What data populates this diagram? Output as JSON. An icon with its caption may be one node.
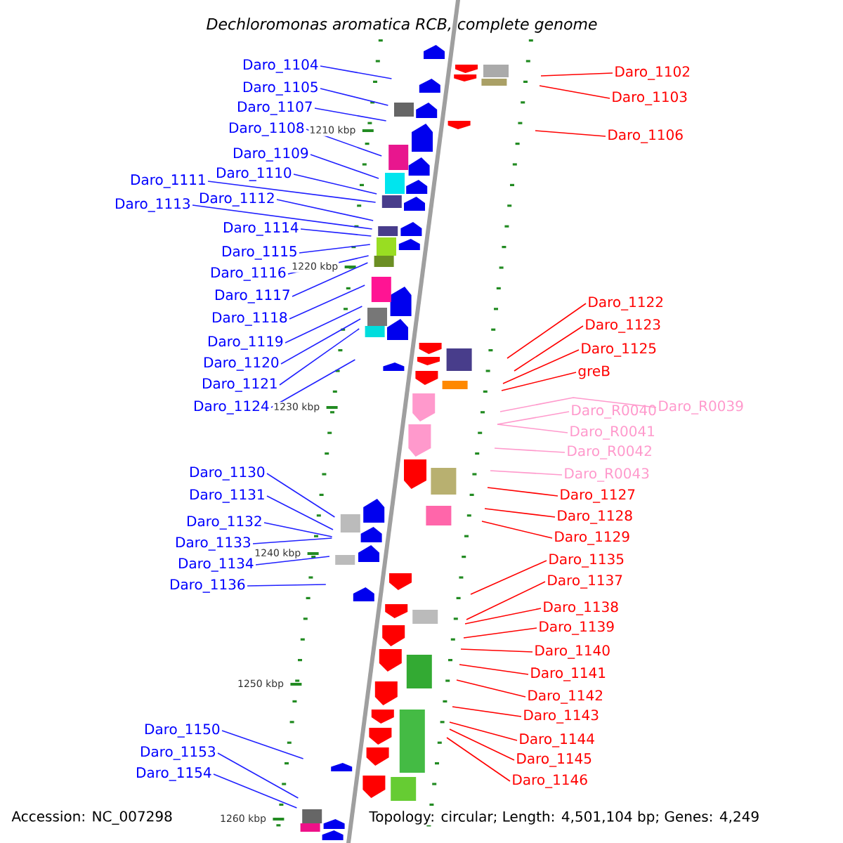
{
  "diagram": {
    "title": "Dechloromonas aromatica RCB, complete genome",
    "nodes": [
      {
        "text": [
          "Daro_1104"
        ]
      },
      {
        "text": [
          "Daro_1105"
        ]
      },
      {
        "text": [
          "Daro_1107"
        ]
      },
      {
        "text": [
          "Daro_1108"
        ]
      },
      {
        "text": [
          "Daro_1109"
        ]
      },
      {
        "text": [
          "Daro_1110"
        ]
      },
      {
        "text": [
          "Daro_1111"
        ]
      },
      {
        "text": [
          "Daro_1112"
        ]
      },
      {
        "text": [
          "Daro_1113"
        ]
      },
      {
        "text": [
          "Daro_1114"
        ]
      },
      {
        "text": [
          "Daro_1115"
        ]
      },
      {
        "text": [
          "Daro_1116"
        ]
      },
      {
        "text": [
          "Daro_1117"
        ]
      },
      {
        "text": [
          "Daro_1118"
        ]
      },
      {
        "text": [
          "Daro_1119"
        ]
      },
      {
        "text": [
          "Daro_1120"
        ]
      },
      {
        "text": [
          "Daro_1121"
        ]
      },
      {
        "text": [
          "Daro_1124"
        ]
      },
      {
        "text": [
          "Daro_1130"
        ]
      },
      {
        "text": [
          "Daro_1131"
        ]
      },
      {
        "text": [
          "Daro_1132"
        ]
      },
      {
        "text": [
          "Daro_1133"
        ]
      },
      {
        "text": [
          "Daro_1134"
        ]
      },
      {
        "text": [
          "Daro_1136"
        ]
      },
      {
        "text": [
          "Daro_1150"
        ]
      },
      {
        "text": [
          "Daro_1153"
        ]
      },
      {
        "text": [
          "Daro_1154"
        ]
      },
      {
        "text": [
          "Daro_1102"
        ]
      },
      {
        "text": [
          "Daro_1103"
        ]
      },
      {
        "text": [
          "Daro_1106"
        ]
      },
      {
        "text": [
          "Daro_1122"
        ]
      },
      {
        "text": [
          "Daro_1123"
        ]
      },
      {
        "text": [
          "Daro_1125"
        ]
      },
      {
        "text": [
          "greB"
        ]
      },
      {
        "text": [
          "Daro_R0039"
        ]
      },
      {
        "text": [
          "Daro_R0040"
        ]
      },
      {
        "text": [
          "Daro_R0041"
        ]
      },
      {
        "text": [
          "Daro_R0042"
        ]
      },
      {
        "text": [
          "Daro_R0043"
        ]
      },
      {
        "text": [
          "Daro_1127"
        ]
      },
      {
        "text": [
          "Daro_1128"
        ]
      },
      {
        "text": [
          "Daro_1129"
        ]
      },
      {
        "text": [
          "Daro_1135"
        ]
      },
      {
        "text": [
          "Daro_1137"
        ]
      },
      {
        "text": [
          "Daro_1138"
        ]
      },
      {
        "text": [
          "Daro_1139"
        ]
      },
      {
        "text": [
          "Daro_1140"
        ]
      },
      {
        "text": [
          "Daro_1141"
        ]
      },
      {
        "text": [
          "Daro_1142"
        ]
      },
      {
        "text": [
          "Daro_1143"
        ]
      },
      {
        "text": [
          "Daro_1144"
        ]
      },
      {
        "text": [
          "Daro_1145"
        ]
      },
      {
        "text": [
          "Daro_1146"
        ]
      }
    ],
    "edges": [
      {
        "from": 0,
        "to": null,
        "arrow": "none"
      },
      {
        "from": 1,
        "to": null,
        "arrow": "none"
      },
      {
        "from": 2,
        "to": null,
        "arrow": "none"
      },
      {
        "from": 3,
        "to": null,
        "arrow": "none"
      },
      {
        "from": 4,
        "to": null,
        "arrow": "none"
      },
      {
        "from": 5,
        "to": null,
        "arrow": "none"
      },
      {
        "from": 6,
        "to": null,
        "arrow": "none"
      },
      {
        "from": 7,
        "to": null,
        "arrow": "none"
      },
      {
        "from": 8,
        "to": null,
        "arrow": "none"
      },
      {
        "from": 9,
        "to": null,
        "arrow": "none"
      },
      {
        "from": 10,
        "to": null,
        "arrow": "none"
      },
      {
        "from": 11,
        "to": null,
        "arrow": "none"
      },
      {
        "from": 12,
        "to": null,
        "arrow": "none"
      },
      {
        "from": 13,
        "to": null,
        "arrow": "none"
      },
      {
        "from": 14,
        "to": null,
        "arrow": "none"
      },
      {
        "from": 15,
        "to": null,
        "arrow": "none"
      },
      {
        "from": 16,
        "to": null,
        "arrow": "none"
      },
      {
        "from": 17,
        "to": null,
        "arrow": "none"
      },
      {
        "from": 18,
        "to": null,
        "arrow": "none"
      },
      {
        "from": 19,
        "to": null,
        "arrow": "none"
      },
      {
        "from": 20,
        "to": null,
        "arrow": "none"
      },
      {
        "from": 21,
        "to": null,
        "arrow": "none"
      },
      {
        "from": 22,
        "to": null,
        "arrow": "none"
      },
      {
        "from": 23,
        "to": null,
        "arrow": "none"
      },
      {
        "from": 24,
        "to": null,
        "arrow": "none"
      },
      {
        "from": 25,
        "to": null,
        "arrow": "none"
      },
      {
        "from": 26,
        "to": null,
        "arrow": "none"
      },
      {
        "from": 27,
        "to": null,
        "arrow": "none",
        "color": "#ff0000"
      },
      {
        "from": 28,
        "to": null,
        "arrow": "none",
        "color": "#ff0000"
      },
      {
        "from": 29,
        "to": null,
        "arrow": "none",
        "color": "#ff0000"
      },
      {
        "from": 30,
        "to": null,
        "arrow": "none",
        "color": "#ff0000"
      },
      {
        "from": 31,
        "to": null,
        "arrow": "none",
        "color": "#ff0000"
      },
      {
        "from": 32,
        "to": null,
        "arrow": "none",
        "color": "#ff0000"
      },
      {
        "from": 33,
        "to": null,
        "arrow": "none",
        "color": "#ff0000"
      },
      {
        "from": 34,
        "to": null,
        "arrow": "none",
        "color": "#ff99cc"
      },
      {
        "from": 35,
        "to": null,
        "arrow": "none",
        "color": "#ff99cc"
      },
      {
        "from": 36,
        "to": null,
        "arrow": "none",
        "color": "#ff99cc"
      },
      {
        "from": 37,
        "to": null,
        "arrow": "none",
        "color": "#ff99cc"
      },
      {
        "from": 38,
        "to": null,
        "arrow": "none",
        "color": "#ff99cc"
      },
      {
        "from": 39,
        "to": null,
        "arrow": "none",
        "color": "#ff0000"
      },
      {
        "from": 40,
        "to": null,
        "arrow": "none",
        "color": "#ff0000"
      },
      {
        "from": 41,
        "to": null,
        "arrow": "none",
        "color": "#ff0000"
      },
      {
        "from": 42,
        "to": null,
        "arrow": "none",
        "color": "#ff0000"
      },
      {
        "from": 43,
        "to": null,
        "arrow": "none",
        "color": "#ff0000"
      },
      {
        "from": 44,
        "to": null,
        "arrow": "none",
        "color": "#ff0000"
      },
      {
        "from": 45,
        "to": null,
        "arrow": "none",
        "color": "#ff0000"
      },
      {
        "from": 46,
        "to": null,
        "arrow": "none",
        "color": "#ff0000"
      },
      {
        "from": 47,
        "to": null,
        "arrow": "none",
        "color": "#ff0000"
      },
      {
        "from": 48,
        "to": null,
        "arrow": "none",
        "color": "#ff0000"
      },
      {
        "from": 49,
        "to": null,
        "arrow": "none",
        "color": "#ff0000"
      },
      {
        "from": 50,
        "to": null,
        "arrow": "none",
        "color": "#ff0000"
      },
      {
        "from": 51,
        "to": null,
        "arrow": "none",
        "color": "#ff0000"
      },
      {
        "from": 52,
        "to": null,
        "arrow": "none",
        "color": "#ff0000"
      }
    ],
    "labels": [
      "1210 kbp",
      "1220 kbp",
      "1230 kbp",
      "1240 kbp",
      "1250 kbp",
      "1260 kbp",
      "Accession: NC_007298",
      "Topology: circular; Length: 4,501,104 bp; Genes: 4,249"
    ]
  }
}
